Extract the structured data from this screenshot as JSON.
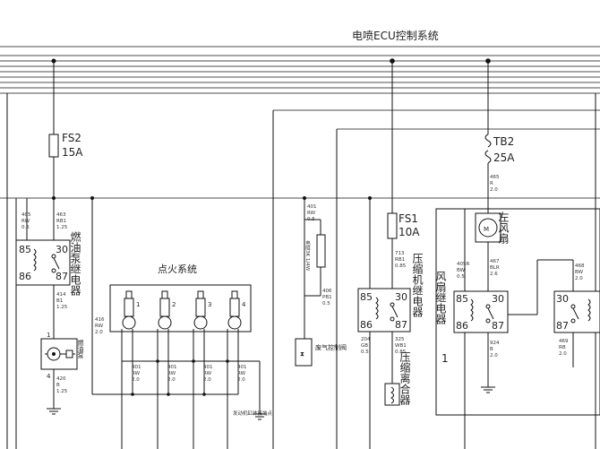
{
  "title": "电喷ECU控制系统",
  "fuses": {
    "fs2": {
      "name": "FS2",
      "rating": "15A"
    },
    "fs1": {
      "name": "FS1",
      "rating": "10A"
    },
    "tb2": {
      "name": "TB2",
      "rating": "25A"
    }
  },
  "relays": {
    "fuel_pump": {
      "label": "燃油泵继电器",
      "pins": [
        "85",
        "30",
        "86",
        "87"
      ]
    },
    "compressor": {
      "label": "压缩机继电器",
      "pins": [
        "85",
        "30",
        "86",
        "87"
      ]
    },
    "fan": {
      "label": "风扇继电器",
      "sub": "1",
      "pins": [
        "85",
        "30",
        "86",
        "87"
      ]
    },
    "fan2": {
      "pins": [
        "30",
        "87"
      ]
    }
  },
  "components": {
    "fuel_pump_motor": {
      "label": "燃油泵",
      "pin_top": "1",
      "pin_bottom": "4"
    },
    "ignition": {
      "label": "点火系统",
      "coils": [
        "1",
        "2",
        "3",
        "4"
      ]
    },
    "resistor": {
      "label": "电阻3K 1/4W"
    },
    "exhaust_valve": {
      "label": "废气控制阀"
    },
    "compressor_clutch": {
      "label": "压缩离合器"
    },
    "fan_motor": {
      "label": "左风扇",
      "symbol": "M"
    },
    "engine_ground": {
      "label": "发动机缸体接地点"
    }
  },
  "wires": {
    "w405": [
      "405",
      "RW",
      "0.5"
    ],
    "w463": [
      "463",
      "RB1",
      "1.25"
    ],
    "w414": [
      "414",
      "B1",
      "1.25"
    ],
    "w416": [
      "416",
      "RW",
      "2.0"
    ],
    "w420": [
      "420",
      "B",
      "1.25"
    ],
    "w401a": [
      "401",
      "RW",
      "2.0"
    ],
    "w401b": [
      "401",
      "RW",
      "2.0"
    ],
    "w401c": [
      "401",
      "RW",
      "2.0"
    ],
    "w401d": [
      "401",
      "RW",
      "2.0"
    ],
    "w401e": [
      "401",
      "RW",
      "0.5"
    ],
    "w406": [
      "406",
      "PB1",
      "0.5"
    ],
    "w204": [
      "204",
      "GB",
      "0.5"
    ],
    "w713": [
      "713",
      "RB1",
      "0.85"
    ],
    "w325": [
      "325",
      "WB1",
      "0.85"
    ],
    "w465": [
      "465",
      "R",
      "2.0"
    ],
    "w405b": [
      "405R",
      "BW",
      "0.5"
    ],
    "w467": [
      "467",
      "BLR",
      "2.6"
    ],
    "w924": [
      "924",
      "B",
      "2.0"
    ],
    "w468": [
      "468",
      "BW",
      "2.0"
    ],
    "w469": [
      "469",
      "RB",
      "2.0"
    ]
  }
}
